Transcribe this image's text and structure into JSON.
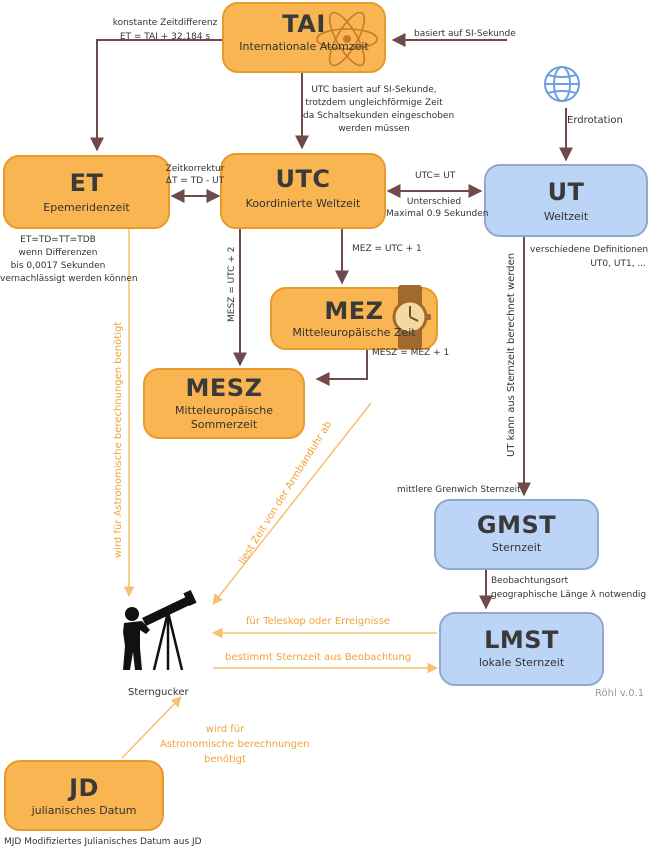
{
  "nodes": {
    "tai": {
      "abbr": "TAI",
      "full": "Internationale Atomzeit"
    },
    "et": {
      "abbr": "ET",
      "full": "Epemeridenzeit"
    },
    "utc": {
      "abbr": "UTC",
      "full": "Koordinierte Weltzeit"
    },
    "ut": {
      "abbr": "UT",
      "full": "Weltzeit"
    },
    "mez": {
      "abbr": "MEZ",
      "full": "Mitteleuropäische Zeit"
    },
    "mesz": {
      "abbr": "MESZ",
      "full1": "Mitteleuropäische",
      "full2": "Sommerzeit"
    },
    "gmst": {
      "abbr": "GMST",
      "full": "Sternzeit"
    },
    "lmst": {
      "abbr": "LMST",
      "full": "lokale Sternzeit"
    },
    "jd": {
      "abbr": "JD",
      "full": "julianisches Datum"
    }
  },
  "labels": {
    "konstante_1": "konstante Zeitdifferenz",
    "konstante_2": "ET = TAI + 32,184 s",
    "si_sekunde": "basiert auf SI-Sekunde",
    "utc_desc_1": "UTC basiert auf SI-Sekunde,",
    "utc_desc_2": "trotzdem ungleichförmige Zeit",
    "utc_desc_3": "da Schaltsekunden eingeschoben",
    "utc_desc_4": "werden müssen",
    "erdrotation": "Erdrotation",
    "zeitkorrektur_1": "Zeitkorrektur",
    "zeitkorrektur_2": "ΔT = TD - UT",
    "utc_ut": "UTC= UT",
    "unterschied_1": "Unterschied",
    "unterschied_2": "Maximal 0.9 Sekunden",
    "et_note_1": "ET=TD=TT=TDB",
    "et_note_2": "wenn Differenzen",
    "et_note_3": "bis 0,0017 Sekunden",
    "et_note_4": "vernachlässigt werden  können",
    "ut_defs_1": "verschiedene Definitionen",
    "ut_defs_2": "UT0, UT1, ...",
    "mez_eq": "MEZ = UTC + 1",
    "mesz_utc": "MESZ = UTC + 2",
    "mesz_mez": "MESZ = MEZ + 1",
    "ut_gmst": "UT kann aus Sternzeit berechnet werden",
    "grenwich": "mittlere Grenwich Sternzeit",
    "beob_1": "Beobachtungsort",
    "beob_2": "geographische Länge  λ notwendig",
    "astro_needed": "wird für Astronomische berechnungen benötigt",
    "armbanduhr": "liest Zeit von der Armbanduhr ab",
    "teleskop": "für Teleskop oder Erreignisse",
    "bestimmt": "bestimmt Sternzeit aus Beobachtung",
    "jd_note_1": "wird für",
    "jd_note_2": "Astronomische berechnungen",
    "jd_note_3": "benötigt",
    "sterngucker": "Sterngucker",
    "version": "Röhl v.0.1",
    "mjd": "MJD Modifiziertes Julianisches Datum aus JD"
  },
  "colors": {
    "orange_fill": "#f9b552",
    "orange_border": "#e89b2c",
    "blue_fill": "#bcd4f6",
    "blue_border": "#8fa9cf",
    "arrow_dark": "#6e4a4a",
    "arrow_orange": "#f6c06d"
  },
  "icons": [
    "atom-icon",
    "globe-icon",
    "wristwatch-icon",
    "stargazer-telescope-icon"
  ]
}
